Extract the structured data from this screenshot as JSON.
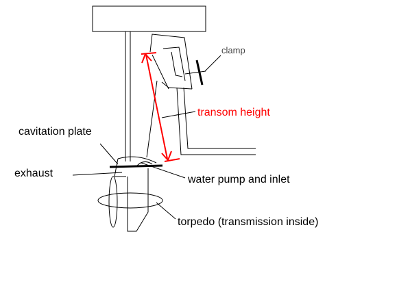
{
  "labels": {
    "clamp": "clamp",
    "transom_height": "transom height",
    "cavitation_plate": "cavitation plate",
    "exhaust": "exhaust",
    "water_pump": "water pump and inlet",
    "torpedo": "torpedo (transmission inside)"
  },
  "colors": {
    "stroke": "#000000",
    "highlight": "#ff0000",
    "label": "#000000",
    "clamp_label": "#444444"
  }
}
